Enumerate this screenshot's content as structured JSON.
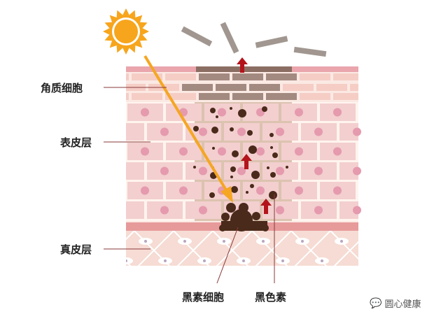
{
  "labels": {
    "corneocyte": "角质细胞",
    "epidermis": "表皮层",
    "dermis": "真皮层",
    "melanocyte": "黑素细胞",
    "melanin": "黑色素"
  },
  "watermark": {
    "text": "圆心健康",
    "icon": "wechat-icon"
  },
  "colors": {
    "sun": "#f7a51c",
    "uv_arrow": "#f5a623",
    "melanin": "#4a2a1a",
    "red_arrow": "#b3141b",
    "epidermis_cell": "#f3cfcf",
    "nucleus": "#e59aae",
    "basal_band": "#e79a9a",
    "dermis": "#f6dcd4"
  }
}
